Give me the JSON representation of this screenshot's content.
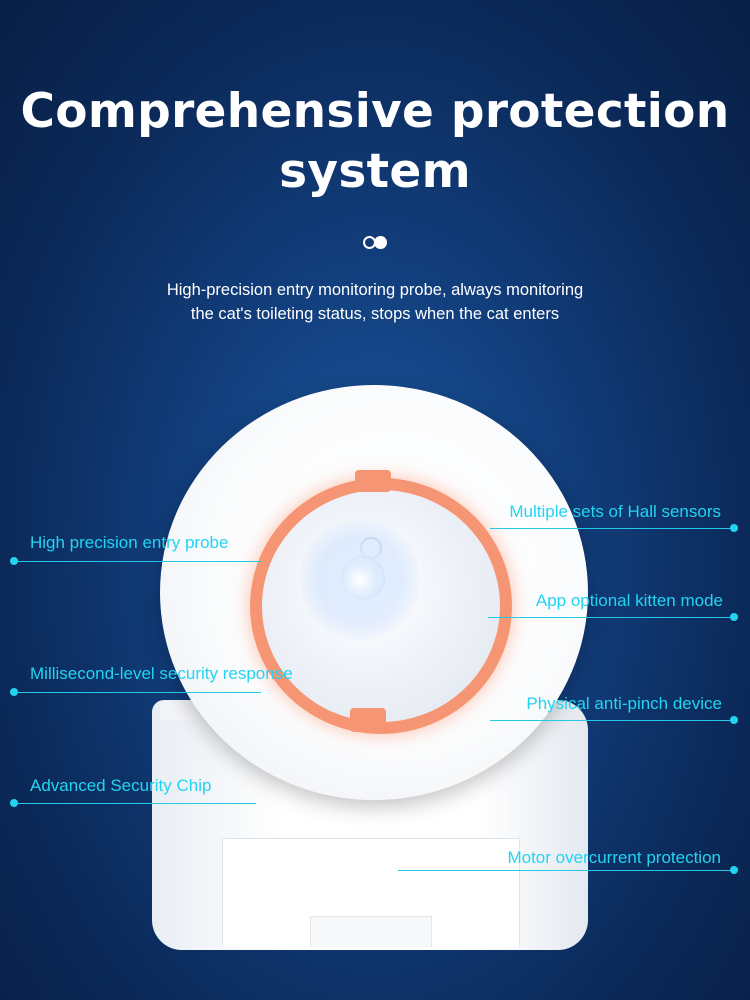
{
  "headline": {
    "line1": "Comprehensive protection",
    "line2": "system"
  },
  "subtitle": {
    "line1": "High-precision entry monitoring probe, always monitoring",
    "line2": "the cat's toileting status, stops when the cat enters"
  },
  "callouts": {
    "left": [
      "High precision entry probe",
      "Millisecond-level security response",
      "Advanced Security Chip"
    ],
    "right": [
      "Multiple sets of Hall sensors",
      "App optional kitten mode",
      "Physical anti-pinch device",
      "Motor overcurrent protection"
    ]
  },
  "colors": {
    "background": "#0b2a5a",
    "accent": "#23d4f0",
    "ring": "#f59573"
  }
}
